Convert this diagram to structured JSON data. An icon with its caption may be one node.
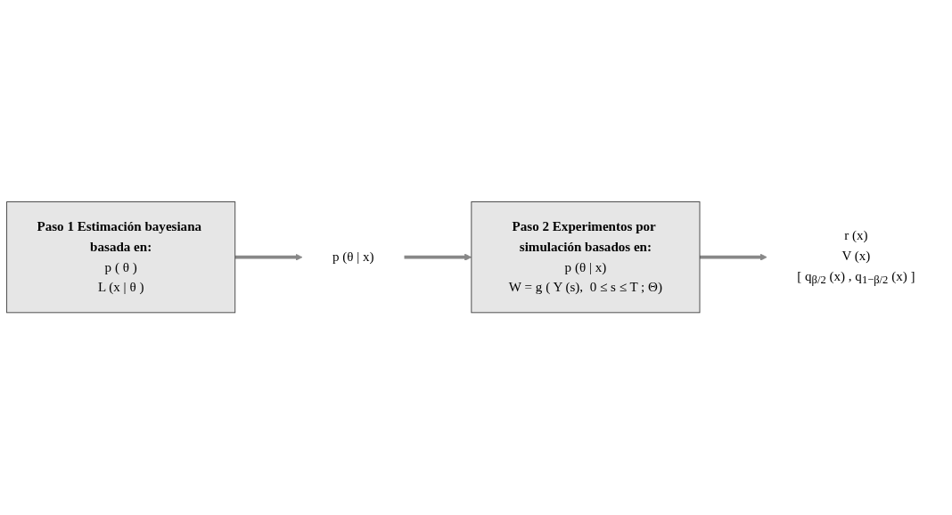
{
  "diagram": {
    "nodes": [
      {
        "text": [
          "Paso 1 Estimación bayesiana basada en:",
          "p ( θ )",
          "L (x | θ )"
        ]
      },
      {
        "text": [
          "p (θ | x)"
        ]
      },
      {
        "text": [
          "Paso 2 Experimentos por simulación basados en:",
          "p (θ | x)",
          "W = g ( Y (s),  0 ≤ s ≤ T ; Θ)"
        ]
      },
      {
        "text": [
          "r (x)",
          "V (x)",
          "[ q$_{β/2}$ (x) , q$_{1−β/2}$ (x) ]"
        ]
      }
    ],
    "edges": [
      {
        "from": 0,
        "to": 1,
        "arrow": "to"
      },
      {
        "from": 1,
        "to": 2,
        "arrow": "to"
      },
      {
        "from": 2,
        "to": 3,
        "arrow": "to"
      }
    ]
  }
}
